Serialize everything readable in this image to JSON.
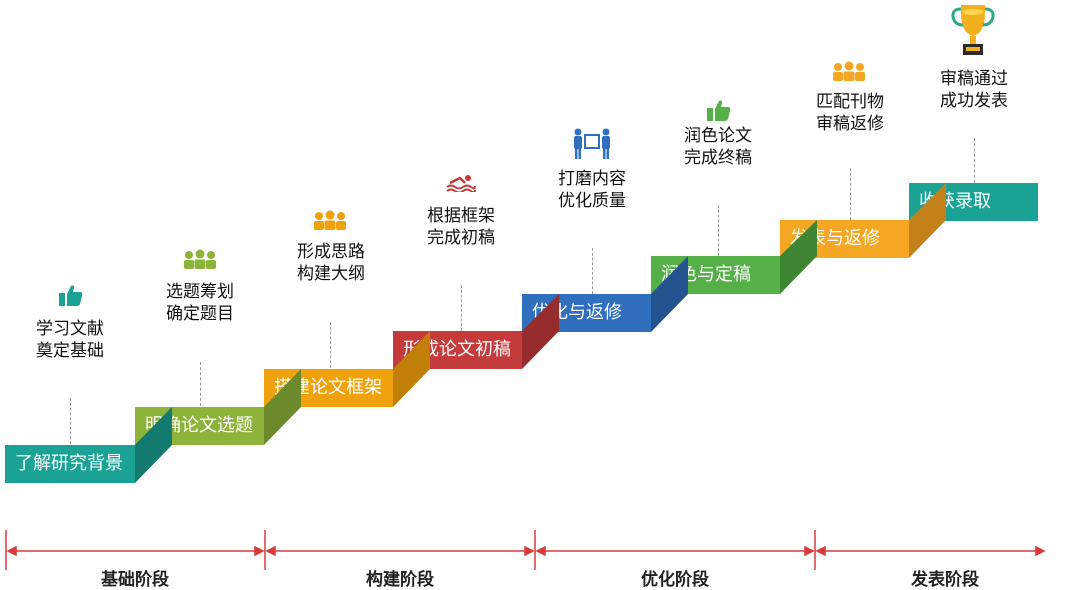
{
  "colors": {
    "teal": "#1aa394",
    "olive": "#8db33a",
    "orange": "#f0a20c",
    "red": "#c53a3a",
    "blue": "#2f6fbd",
    "green": "#55b147",
    "amber": "#f5a623",
    "arrow": "#d63b3b"
  },
  "steps": [
    {
      "label": "了解研究背景",
      "color": "#1aa394"
    },
    {
      "label": "明确论文选题",
      "color": "#8db33a"
    },
    {
      "label": "搭建论文框架",
      "color": "#f0a20c"
    },
    {
      "label": "形成论文初稿",
      "color": "#c53a3a"
    },
    {
      "label": "优化与返修",
      "color": "#2f6fbd"
    },
    {
      "label": "润色与定稿",
      "color": "#55b147"
    },
    {
      "label": "发表与返修",
      "color": "#f5a623"
    },
    {
      "label": "收获录取",
      "color": "#1aa394"
    }
  ],
  "descriptions": [
    {
      "line1": "学习文献",
      "line2": "奠定基础",
      "icon": "thumbs-up-icon"
    },
    {
      "line1": "选题筹划",
      "line2": "确定题目",
      "icon": "group-icon"
    },
    {
      "line1": "形成思路",
      "line2": "构建大纲",
      "icon": "group-icon"
    },
    {
      "line1": "根据框架",
      "line2": "完成初稿",
      "icon": "swimmer-icon"
    },
    {
      "line1": "打磨内容",
      "line2": "优化质量",
      "icon": "movers-icon"
    },
    {
      "line1": "润色论文",
      "line2": "完成终稿",
      "icon": "thumbs-up-icon"
    },
    {
      "line1": "匹配刊物",
      "line2": "审稿返修",
      "icon": "group-icon"
    },
    {
      "line1": "审稿通过",
      "line2": "成功发表",
      "icon": "trophy-icon"
    }
  ],
  "phases": [
    "基础阶段",
    "构建阶段",
    "优化阶段",
    "发表阶段"
  ]
}
